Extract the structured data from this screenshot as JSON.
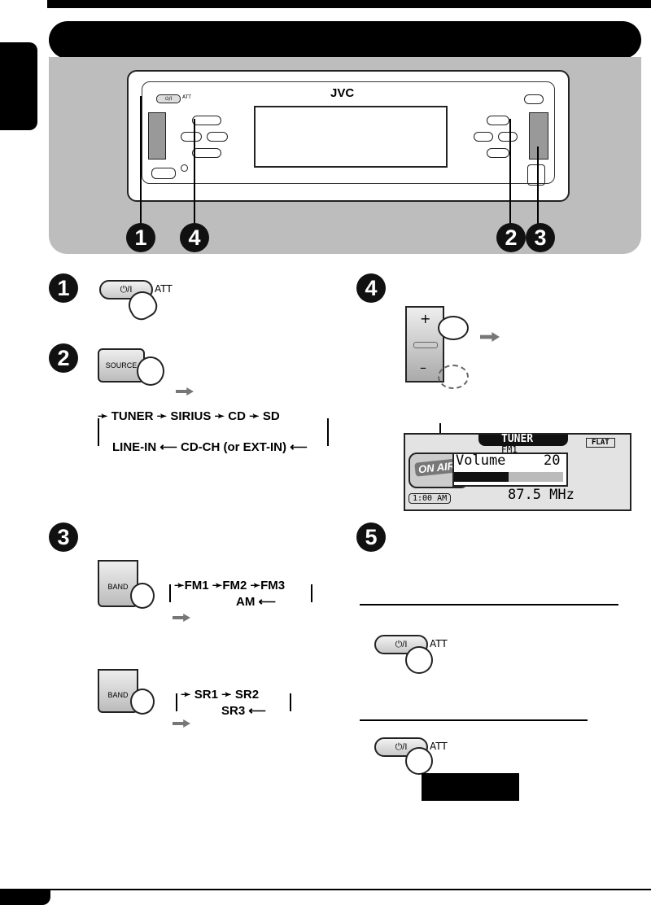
{
  "device": {
    "brand": "JVC",
    "power_label": "⏻/I",
    "att_label": "ATT",
    "source_label": "SOURCE",
    "band_label": "BAND",
    "plus": "+",
    "minus": "–"
  },
  "steps": {
    "s1": "1",
    "s2": "2",
    "s3": "3",
    "s4": "4",
    "s5": "5"
  },
  "source_flow": {
    "row1": [
      "TUNER",
      "SIRIUS",
      "CD",
      "SD"
    ],
    "row2": [
      "LINE-IN",
      "CD-CH (or EXT-IN)"
    ]
  },
  "band_flow_fm": {
    "row1": [
      "FM1",
      "FM2",
      "FM3"
    ],
    "row2": "AM"
  },
  "band_flow_sr": {
    "row1": [
      "SR1",
      "SR2"
    ],
    "row2": "SR3"
  },
  "lcd": {
    "header": "TUNER",
    "eq": "FLAT",
    "band": "FM1",
    "badge": "ON AIR",
    "volume_label": "Volume",
    "volume_value": "20",
    "volume_level": 0.5,
    "clock": "1:00  AM",
    "frequency": "87.5 MHz"
  },
  "colors": {
    "panel_bg": "#bdbdbd",
    "header_bar": "#000000"
  }
}
